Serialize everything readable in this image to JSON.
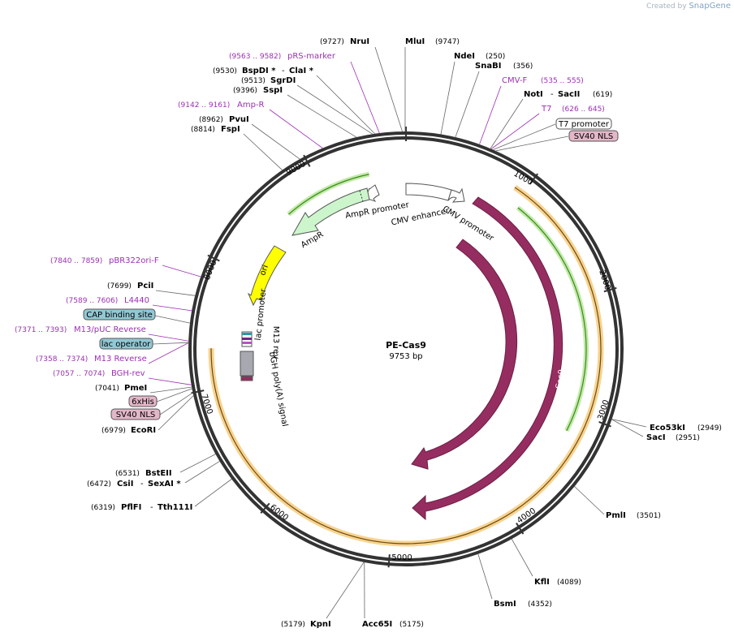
{
  "credit": {
    "prefix": "Created by",
    "brand": "SnapGene"
  },
  "plasmid": {
    "name": "PE-Cas9",
    "size_label": "9753 bp",
    "length": 9753
  },
  "ticks": [
    "1000",
    "2000",
    "3000",
    "4000",
    "5000",
    "6000",
    "7000",
    "8000",
    "9000"
  ],
  "colors": {
    "primer": "#9c2fb5",
    "cas9": "#962d60",
    "ampr": "#ccf5cc",
    "ori": "#ffff00",
    "promoter": "#ffffff",
    "orf_green": "#3a8a1a",
    "orf_orange": "#f6c46a",
    "polyA": "#a8a8b0"
  },
  "sites": {
    "nrui": {
      "name": "NruI",
      "pos": "(9727)"
    },
    "mlui": {
      "name": "MluI",
      "pos": "(9747)"
    },
    "ndei": {
      "name": "NdeI",
      "pos": "(250)"
    },
    "snabi": {
      "name": "SnaBI",
      "pos": "(356)"
    },
    "noti": {
      "name": "NotI",
      "sep": "-",
      "name2": "SacII",
      "pos": "(619)"
    },
    "bspdi": {
      "pos": "(9530)",
      "name": "BspDI *",
      "sep": "-",
      "name2": "ClaI *"
    },
    "sgrdi": {
      "pos": "(9513)",
      "name": "SgrDI"
    },
    "sspi": {
      "pos": "(9396)",
      "name": "SspI"
    },
    "pvui": {
      "pos": "(8962)",
      "name": "PvuI"
    },
    "fspi": {
      "pos": "(8814)",
      "name": "FspI"
    },
    "pcii": {
      "pos": "(7699)",
      "name": "PciI"
    },
    "pmei": {
      "pos": "(7041)",
      "name": "PmeI"
    },
    "ecori": {
      "pos": "(6979)",
      "name": "EcoRI"
    },
    "bsteii": {
      "pos": "(6531)",
      "name": "BstEII"
    },
    "csii": {
      "pos": "(6472)",
      "name": "CsiI",
      "sep": "-",
      "name2": "SexAI *"
    },
    "pflfi": {
      "pos": "(6319)",
      "name": "PflFI",
      "sep": "-",
      "name2": "Tth111I"
    },
    "eco53ki": {
      "name": "Eco53kI",
      "pos": "(2949)"
    },
    "saci": {
      "name": "SacI",
      "pos": "(2951)"
    },
    "pmli": {
      "name": "PmlI",
      "pos": "(3501)"
    },
    "kfli": {
      "name": "KflI",
      "pos": "(4089)"
    },
    "bsmi": {
      "name": "BsmI",
      "pos": "(4352)"
    },
    "kpni": {
      "pos": "(5179)",
      "name": "KpnI"
    },
    "acc65i": {
      "name": "Acc65I",
      "pos": "(5175)"
    }
  },
  "primers": {
    "prs": {
      "pos": "(9563 .. 9582)",
      "name": "pRS-marker"
    },
    "ampr": {
      "pos": "(9142 .. 9161)",
      "name": "Amp-R"
    },
    "cmvf": {
      "name": "CMV-F",
      "pos": "(535 .. 555)"
    },
    "t7": {
      "name": "T7",
      "pos": "(626 .. 645)"
    },
    "pbr": {
      "pos": "(7840 .. 7859)",
      "name": "pBR322ori-F"
    },
    "l4440": {
      "pos": "(7589 .. 7606)",
      "name": "L4440"
    },
    "m13puc": {
      "pos": "(7371 .. 7393)",
      "name": "M13/pUC Reverse"
    },
    "m13rev": {
      "pos": "(7358 .. 7374)",
      "name": "M13 Reverse"
    },
    "bgh": {
      "pos": "(7057 .. 7074)",
      "name": "BGH-rev"
    }
  },
  "boxes": {
    "t7prom": "T7 promoter",
    "sv40top": "SV40 NLS",
    "cap": "CAP binding site",
    "lacop": "lac operator",
    "his": "6xHis",
    "sv40bot": "SV40 NLS"
  },
  "features": {
    "ampr_promoter": "AmpR promoter",
    "cmv_enhancer": "CMV enhancer",
    "cmv_promoter": "CMV promoter",
    "ampr": "AmpR",
    "ori": "ori",
    "lac_promoter": "lac promoter",
    "m13_rev": "M13 rev",
    "bgh_polya": "bGH poly(A) signal",
    "cas9_outer": "Cas9",
    "cas9_inner": "Cas9"
  }
}
